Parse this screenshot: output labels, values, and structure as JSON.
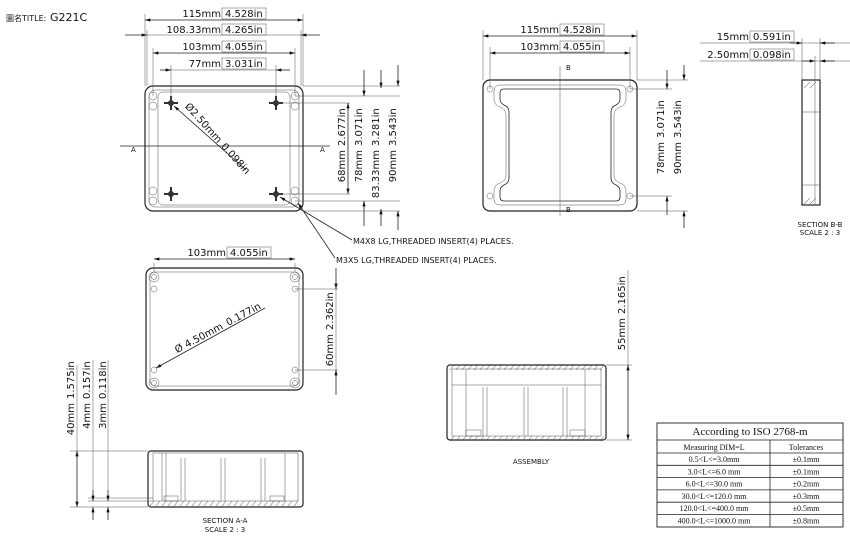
{
  "title": {
    "label": "圖名TITLE:",
    "value": "G221C"
  },
  "top_view": {
    "dims": [
      {
        "mm": "115mm",
        "in": "4.528in"
      },
      {
        "mm": "108.33mm",
        "in": "4.265in"
      },
      {
        "mm": "103mm",
        "in": "4.055in"
      },
      {
        "mm": "77mm",
        "in": "3.031in"
      }
    ],
    "vdims": [
      {
        "mm": "68mm",
        "in": "2.677in"
      },
      {
        "mm": "78mm",
        "in": "3.071in"
      },
      {
        "mm": "83.33mm",
        "in": "3.281in"
      },
      {
        "mm": "90mm",
        "in": "3.543in"
      }
    ],
    "diameter": {
      "mm": "Ø2.50mm",
      "in": "0.098in"
    },
    "section_marker": "A",
    "callouts": [
      "M4X8 LG,THREADED INSERT(4) PLACES.",
      "M3X5 LG,THREADED INSERT(4) PLACES."
    ]
  },
  "lid_view": {
    "dims": [
      {
        "mm": "115mm",
        "in": "4.528in"
      },
      {
        "mm": "103mm",
        "in": "4.055in"
      }
    ],
    "vdims": [
      {
        "mm": "78mm",
        "in": "3.071in"
      },
      {
        "mm": "90mm",
        "in": "3.543in"
      }
    ],
    "section_marker": "B"
  },
  "section_bb": {
    "dims": [
      {
        "mm": "15mm",
        "in": "0.591in"
      },
      {
        "mm": "2.50mm",
        "in": "0.098in"
      }
    ],
    "label": "SECTION B-B",
    "scale": "SCALE 2 : 3"
  },
  "bottom_view": {
    "dim": {
      "mm": "103mm",
      "in": "4.055in"
    },
    "vdim": {
      "mm": "60mm",
      "in": "2.362in"
    },
    "diameter": {
      "mm": "Ø 4.50mm",
      "in": "0.177in"
    }
  },
  "section_aa": {
    "vdims": [
      {
        "mm": "40mm",
        "in": "1.575in"
      },
      {
        "mm": "4mm",
        "in": "0.157in"
      },
      {
        "mm": "3mm",
        "in": "0.118in"
      }
    ],
    "label": "SECTION A-A",
    "scale": "SCALE 2 : 3"
  },
  "assembly": {
    "vdim": {
      "mm": "55mm",
      "in": "2.165in"
    },
    "label": "ASSEMBLY"
  },
  "tolerance_table": {
    "title": "According to ISO 2768-m",
    "headers": [
      "Measuring  DIM=L",
      "Tolerances"
    ],
    "rows": [
      [
        "0.5<L<=3.0mm",
        "±0.1mm"
      ],
      [
        "3.0<L<=6.0 mm",
        "±0.1mm"
      ],
      [
        "6.0<L<=30.0 mm",
        "±0.2mm"
      ],
      [
        "30.0<L<=120.0 mm",
        "±0.3mm"
      ],
      [
        "120.0<L<=400.0 mm",
        "±0.5mm"
      ],
      [
        "400.0<L<=1000.0 mm",
        "±0.8mm"
      ]
    ]
  }
}
